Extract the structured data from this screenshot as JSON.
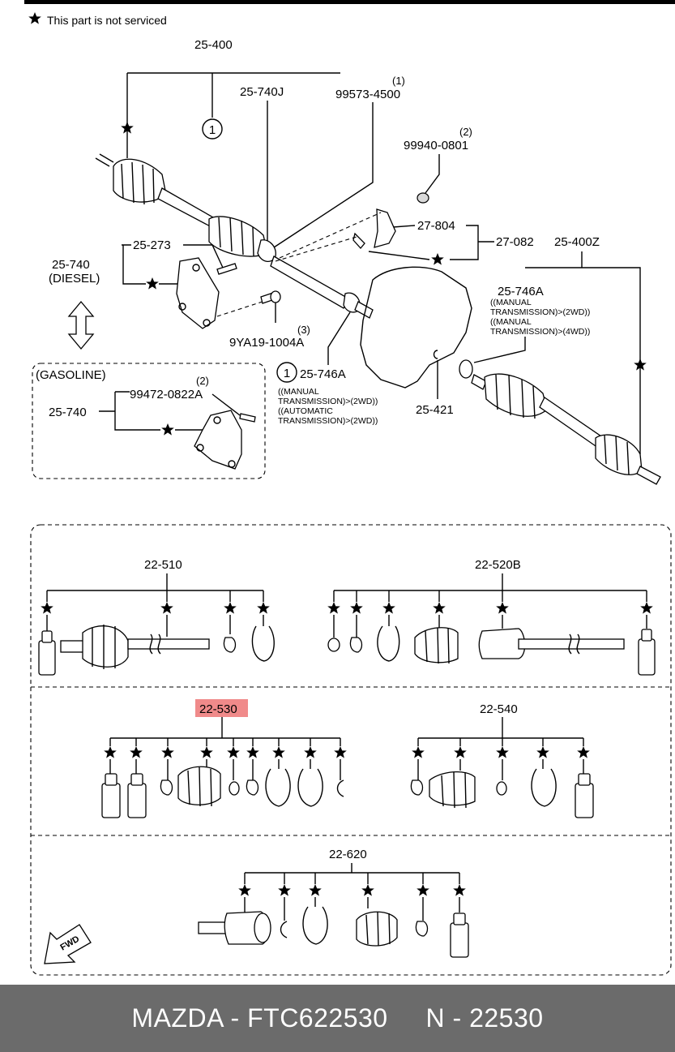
{
  "legend": {
    "text": "This part is not serviced"
  },
  "upper": {
    "labels": {
      "p25_400": "25-400",
      "p25_740J": "25-740J",
      "p99573": "99573-4500",
      "p99573_qty": "(1)",
      "p99940": "99940-0801",
      "p99940_qty": "(2)",
      "p27_804": "27-804",
      "p27_082": "27-082",
      "p25_400Z": "25-400Z",
      "p25_273": "25-273",
      "p25_740": "25-740",
      "diesel": "(DIESEL)",
      "p25_746A_right": "25-746A",
      "right_note_1a": "((MANUAL",
      "right_note_1b": "TRANSMISSION)>(2WD))",
      "right_note_2a": "((MANUAL",
      "right_note_2b": "TRANSMISSION)>(4WD))",
      "p9YA19": "9YA19-1004A",
      "p9YA19_qty": "(3)",
      "circle_one": "1",
      "p25_746A": "25-746A",
      "left_note_1a": "((MANUAL",
      "left_note_1b": "TRANSMISSION)>(2WD))",
      "left_note_2a": "((AUTOMATIC",
      "left_note_2b": "TRANSMISSION)>(2WD))",
      "p25_421": "25-421",
      "gasoline": "(GASOLINE)",
      "p99472": "99472-0822A",
      "p99472_qty": "(2)",
      "p25_740_gas": "25-740"
    }
  },
  "kits": {
    "k22_510": "22-510",
    "k22_520B": "22-520B",
    "k22_530": "22-530",
    "k22_540": "22-540",
    "k22_620": "22-620",
    "highlight_color": "#f08a8a"
  },
  "fwd": "FWD",
  "footer": {
    "left": "MAZDA - FTC622530",
    "right": "N - 22530"
  }
}
